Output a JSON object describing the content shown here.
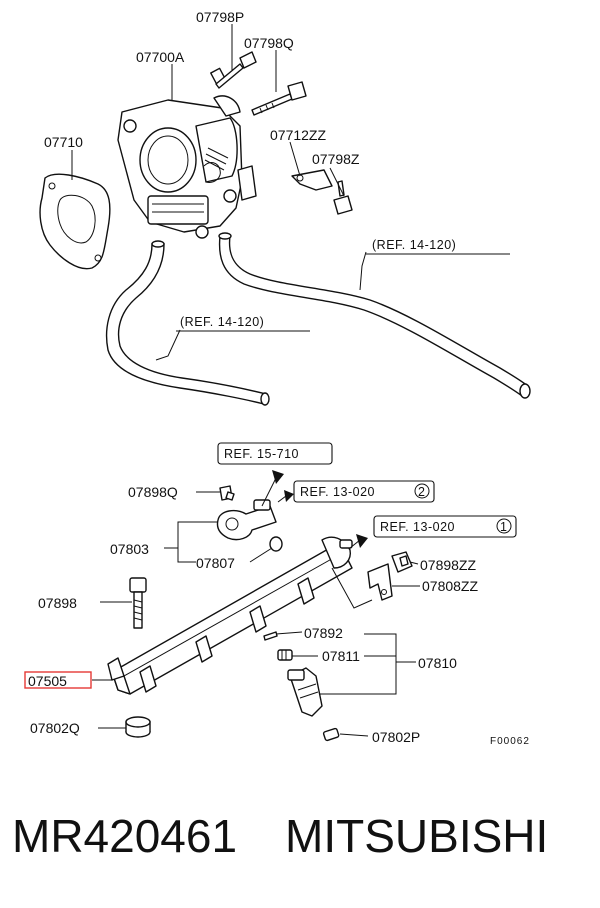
{
  "labels": {
    "p07798P": "07798P",
    "p07700A": "07700A",
    "p07798Q": "07798Q",
    "p07710": "07710",
    "p07712ZZ": "07712ZZ",
    "p07798Z": "07798Z",
    "p07898Q": "07898Q",
    "p07803": "07803",
    "p07807": "07807",
    "p07898ZZ": "07898ZZ",
    "p07808ZZ": "07808ZZ",
    "p07898": "07898",
    "p07892": "07892",
    "p07811": "07811",
    "p07810": "07810",
    "p07505": "07505",
    "p07802Q": "07802Q",
    "p07802P": "07802P"
  },
  "refs": {
    "r1": "(REF. 14-120)",
    "r2": "(REF. 14-120)",
    "r3": "REF. 15-710",
    "r4": "REF. 13-020",
    "r4_num": "2",
    "r5": "REF. 13-020",
    "r5_num": "1"
  },
  "figure_code": "F00062",
  "highlight_color": "#e53935",
  "caption": {
    "part_number": "MR420461",
    "brand": "MITSUBISHI"
  }
}
